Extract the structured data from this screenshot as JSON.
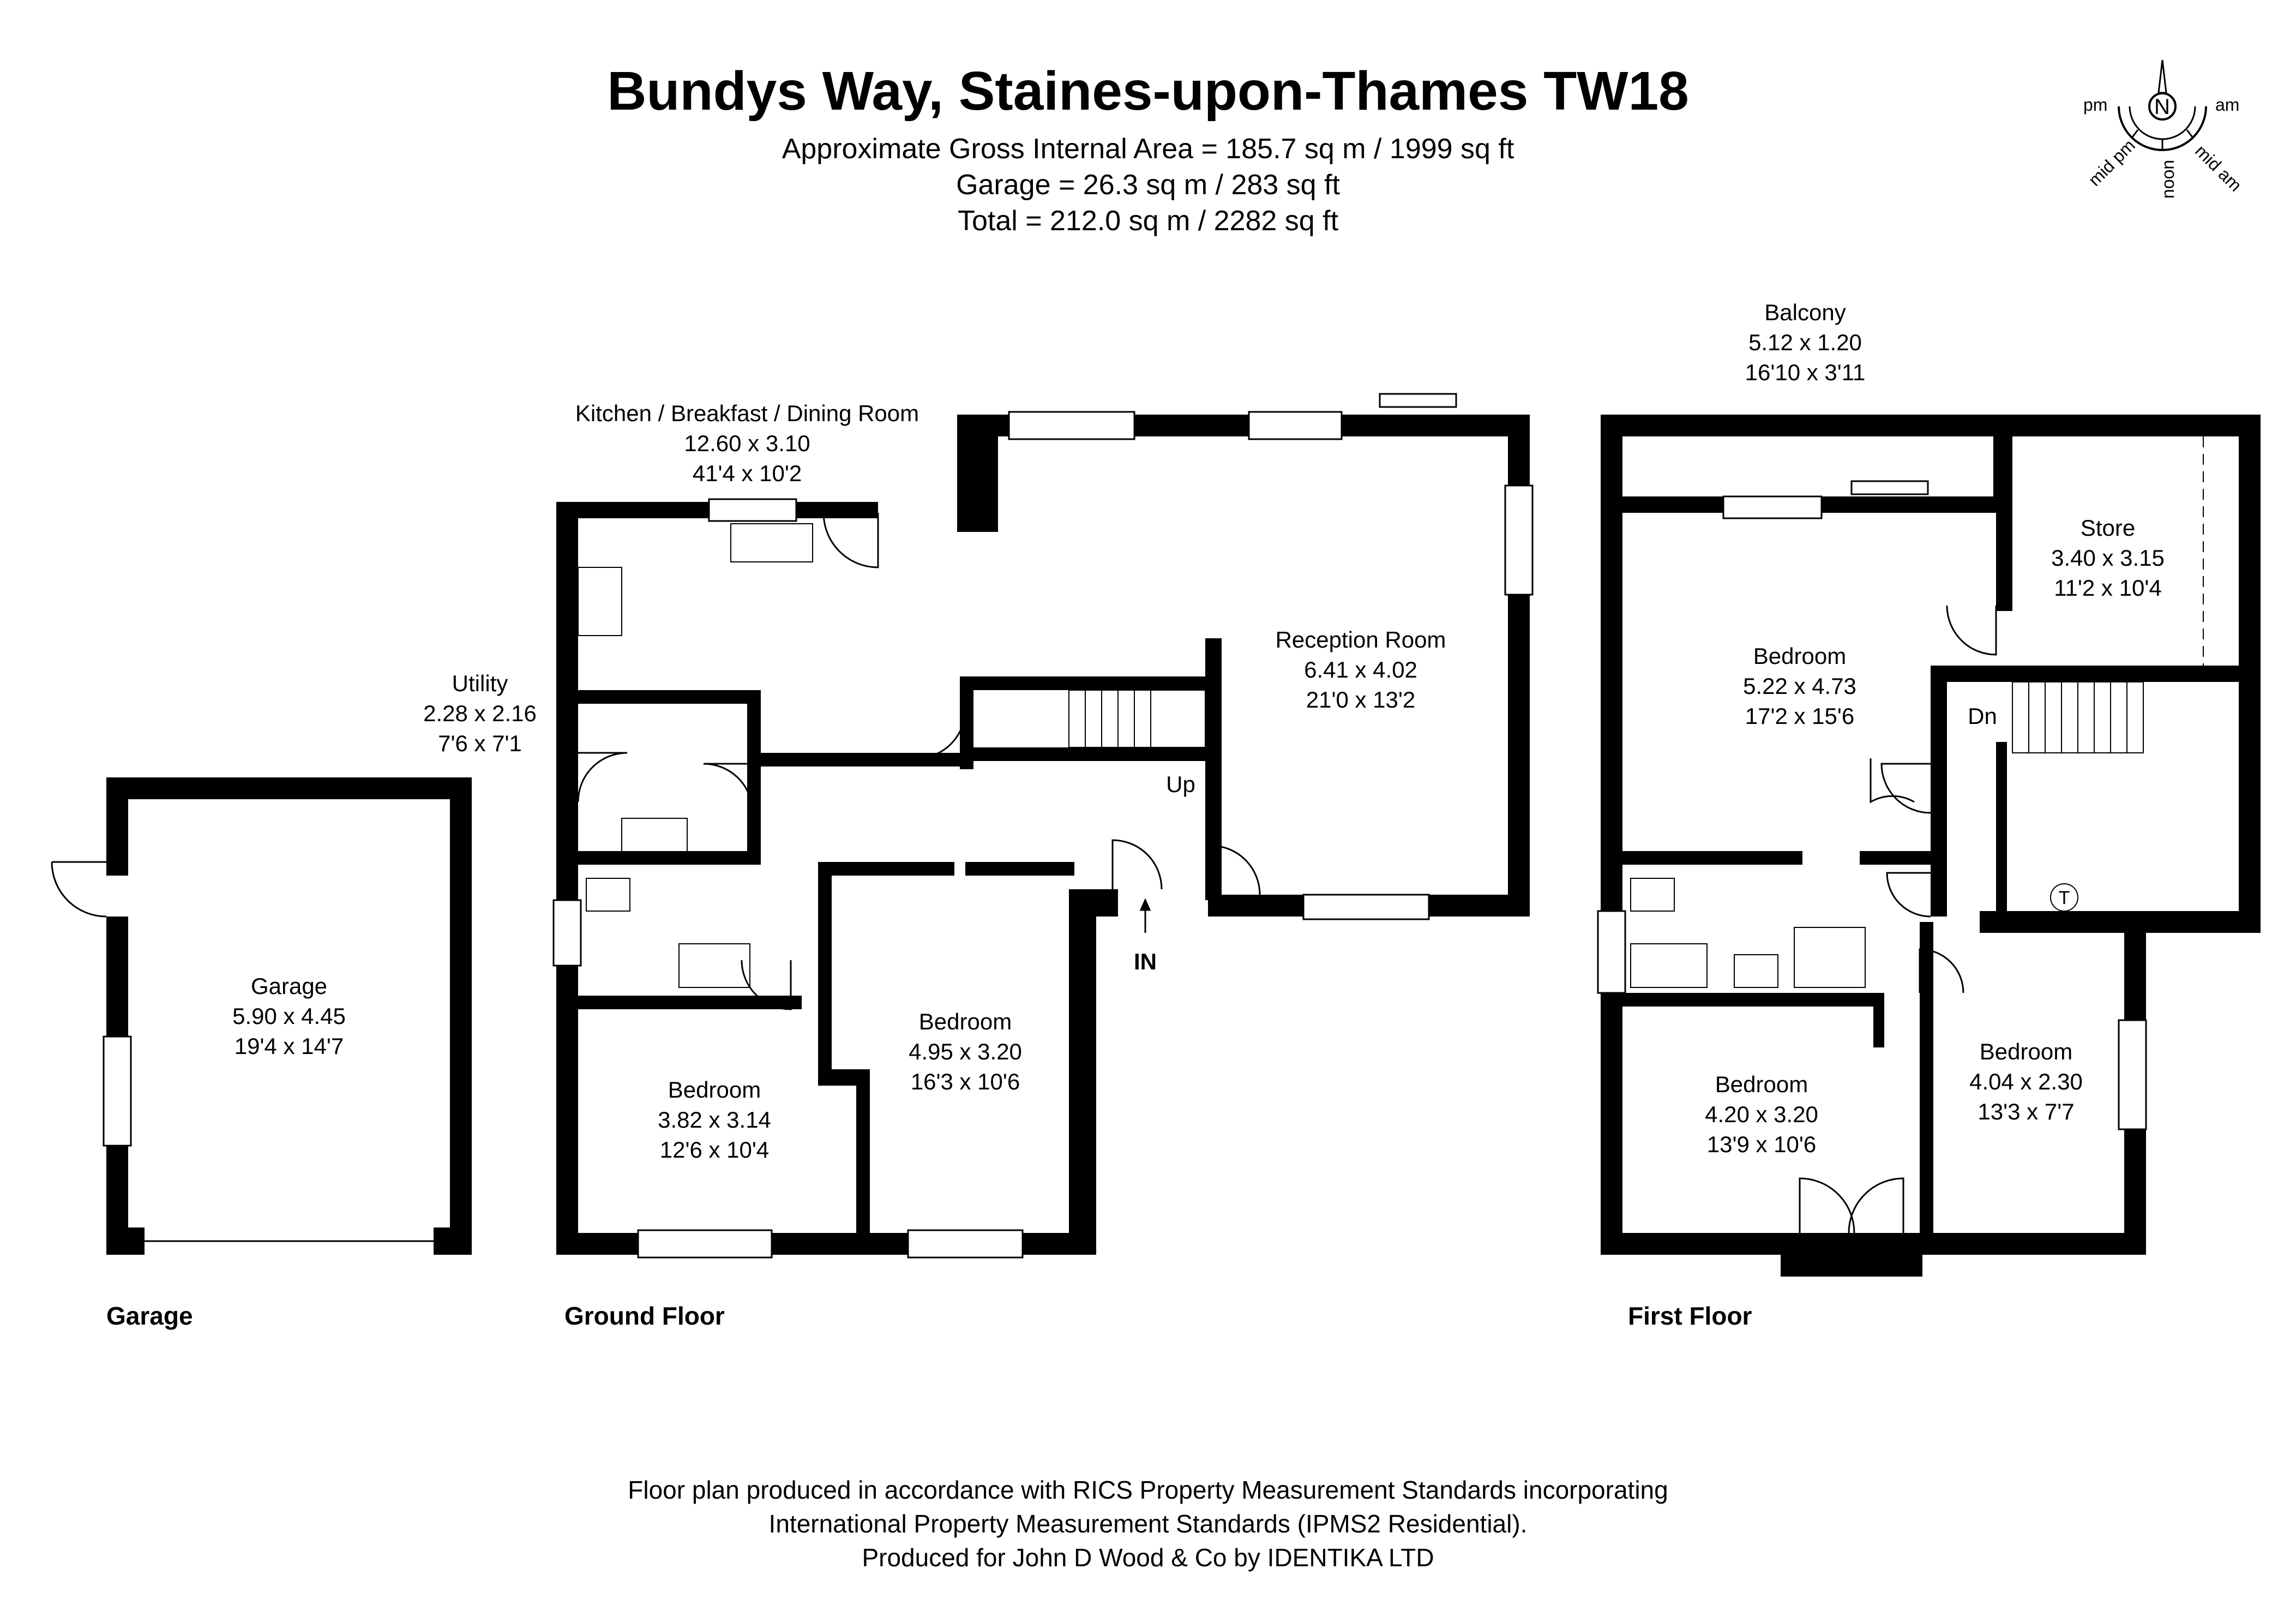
{
  "header": {
    "title": "Bundys Way, Staines-upon-Thames TW18",
    "area_lines": [
      "Approximate Gross Internal Area = 185.7 sq m / 1999 sq ft",
      "Garage = 26.3 sq m / 283 sq ft",
      "Total = 212.0 sq m / 2282 sq ft"
    ]
  },
  "compass": {
    "north": "N",
    "pm": "pm",
    "am": "am",
    "mid_pm": "mid pm",
    "noon": "noon",
    "mid_am": "mid am"
  },
  "floors": {
    "garage_label": "Garage",
    "ground_label": "Ground Floor",
    "first_label": "First Floor"
  },
  "rooms": {
    "garage": {
      "name": "Garage",
      "metric": "5.90 x 4.45",
      "imperial": "19'4 x 14'7"
    },
    "kitchen": {
      "name": "Kitchen / Breakfast / Dining Room",
      "metric": "12.60 x 3.10",
      "imperial": "41'4 x 10'2"
    },
    "utility": {
      "name": "Utility",
      "metric": "2.28 x 2.16",
      "imperial": "7'6 x 7'1"
    },
    "reception": {
      "name": "Reception Room",
      "metric": "6.41 x 4.02",
      "imperial": "21'0 x 13'2"
    },
    "gf_bed1": {
      "name": "Bedroom",
      "metric": "3.82 x 3.14",
      "imperial": "12'6 x 10'4"
    },
    "gf_bed2": {
      "name": "Bedroom",
      "metric": "4.95 x 3.20",
      "imperial": "16'3 x 10'6"
    },
    "balcony": {
      "name": "Balcony",
      "metric": "5.12 x 1.20",
      "imperial": "16'10 x 3'11"
    },
    "store": {
      "name": "Store",
      "metric": "3.40 x 3.15",
      "imperial": "11'2 x 10'4"
    },
    "ff_bed1": {
      "name": "Bedroom",
      "metric": "5.22 x 4.73",
      "imperial": "17'2 x 15'6"
    },
    "ff_bed2": {
      "name": "Bedroom",
      "metric": "4.20 x 3.20",
      "imperial": "13'9 x 10'6"
    },
    "ff_bed3": {
      "name": "Bedroom",
      "metric": "4.04 x 2.30",
      "imperial": "13'3 x 7'7"
    }
  },
  "markers": {
    "up": "Up",
    "dn": "Dn",
    "in": "IN",
    "tank": "T"
  },
  "footer": {
    "lines": [
      "Floor plan produced in accordance with RICS Property Measurement Standards incorporating",
      "International Property Measurement Standards (IPMS2 Residential).",
      "Produced for John D Wood & Co by IDENTIKA LTD"
    ]
  }
}
